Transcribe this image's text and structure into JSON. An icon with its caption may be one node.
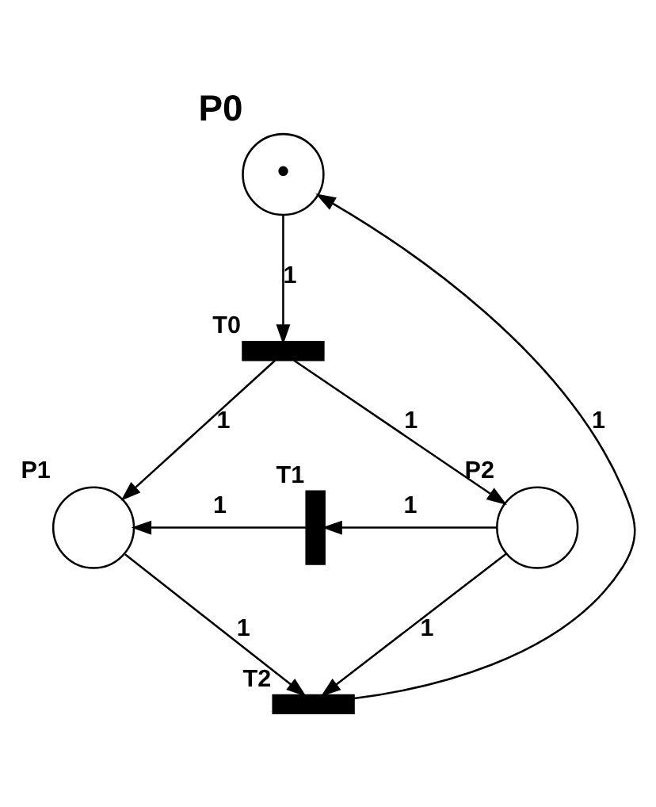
{
  "diagram": {
    "nodes": [
      {
        "text": [
          "•"
        ],
        "beside": [
          "P0"
        ]
      },
      {
        "text": [],
        "shape": "bar",
        "beside": [
          "T0"
        ]
      },
      {
        "text": [],
        "shape": "circle",
        "beside": [
          "P1"
        ]
      },
      {
        "text": [],
        "shape": "bar",
        "beside": [
          "T1"
        ]
      },
      {
        "text": [],
        "shape": "circle",
        "beside": [
          "P2"
        ]
      },
      {
        "text": [],
        "shape": "bar",
        "beside": [
          "T2"
        ]
      }
    ],
    "edges": [
      {
        "from": 0,
        "to": 1,
        "arrow": "to",
        "label": "1"
      },
      {
        "from": 1,
        "to": 2,
        "arrow": "to",
        "label": "1"
      },
      {
        "from": 1,
        "to": 4,
        "arrow": "to",
        "label": "1"
      },
      {
        "from": 3,
        "to": 2,
        "arrow": "to",
        "label": "1"
      },
      {
        "from": 4,
        "to": 3,
        "arrow": "to",
        "label": "1"
      },
      {
        "from": 2,
        "to": 5,
        "arrow": "to",
        "label": "1"
      },
      {
        "from": 4,
        "to": 5,
        "arrow": "to",
        "label": "1"
      },
      {
        "from": 5,
        "to": 0,
        "arrow": "to",
        "label": "1"
      }
    ]
  }
}
